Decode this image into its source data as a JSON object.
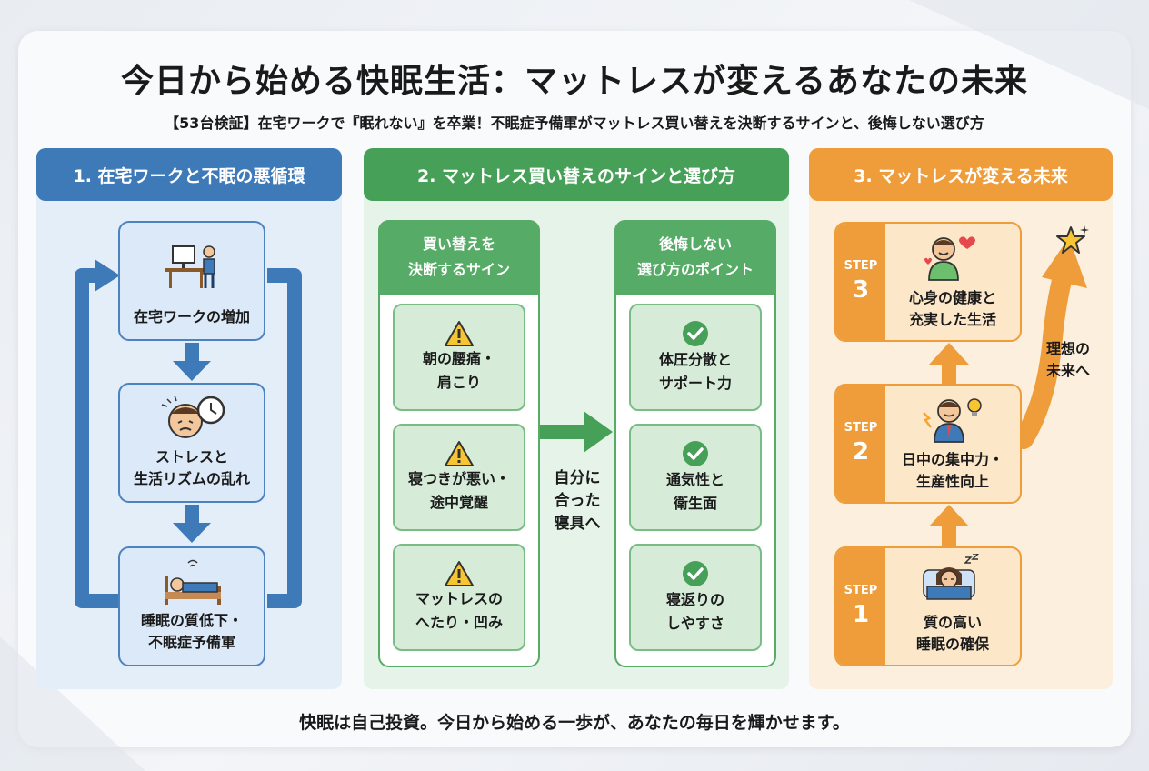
{
  "title": "今日から始める快眠生活：マットレスが変えるあなたの未来",
  "subtitle": "【53台検証】在宅ワークで『眠れない』を卒業！不眠症予備軍がマットレス買い替えを決断するサインと、後悔しない選び方",
  "footer": "快眠は自己投資。今日から始める一歩が、あなたの毎日を輝かせます。",
  "colors": {
    "blue": "#3e79b8",
    "green": "#46a058",
    "orange": "#ef9c3a"
  },
  "section1": {
    "heading": "1. 在宅ワークと不眠の悪循環",
    "boxes": [
      {
        "icon": "desk-worker-icon",
        "line1": "在宅ワークの増加",
        "line2": ""
      },
      {
        "icon": "stressed-face-clock-icon",
        "line1": "ストレスと",
        "line2": "生活リズムの乱れ"
      },
      {
        "icon": "sleeping-in-bed-icon",
        "line1": "睡眠の質低下・",
        "line2": "不眠症予備軍"
      }
    ]
  },
  "section2": {
    "heading": "2. マットレス買い替えのサインと選び方",
    "signs": {
      "head_line1": "買い替えを",
      "head_line2": "決断するサイン",
      "items": [
        {
          "icon": "warning-icon",
          "line1": "朝の腰痛・",
          "line2": "肩こり"
        },
        {
          "icon": "warning-icon",
          "line1": "寝つきが悪い・",
          "line2": "途中覚醒"
        },
        {
          "icon": "warning-icon",
          "line1": "マットレスの",
          "line2": "へたり・凹み"
        }
      ]
    },
    "arrow_text": [
      "自分に",
      "合った",
      "寝具へ"
    ],
    "points": {
      "head_line1": "後悔しない",
      "head_line2": "選び方のポイント",
      "items": [
        {
          "icon": "check-icon",
          "line1": "体圧分散と",
          "line2": "サポート力"
        },
        {
          "icon": "check-icon",
          "line1": "通気性と",
          "line2": "衛生面"
        },
        {
          "icon": "check-icon",
          "line1": "寝返りの",
          "line2": "しやすさ"
        }
      ]
    }
  },
  "section3": {
    "heading": "3. マットレスが変える未来",
    "steps": [
      {
        "tag": "STEP",
        "num": "3",
        "icon": "happy-person-heart-icon",
        "line1": "心身の健康と",
        "line2": "充実した生活"
      },
      {
        "tag": "STEP",
        "num": "2",
        "icon": "focused-worker-bulb-icon",
        "line1": "日中の集中力・",
        "line2": "生産性向上"
      },
      {
        "tag": "STEP",
        "num": "1",
        "icon": "sleeping-woman-icon",
        "line1": "質の高い",
        "line2": "睡眠の確保"
      }
    ],
    "future_label": [
      "理想の",
      "未来へ"
    ],
    "star_icon": "star-icon"
  }
}
